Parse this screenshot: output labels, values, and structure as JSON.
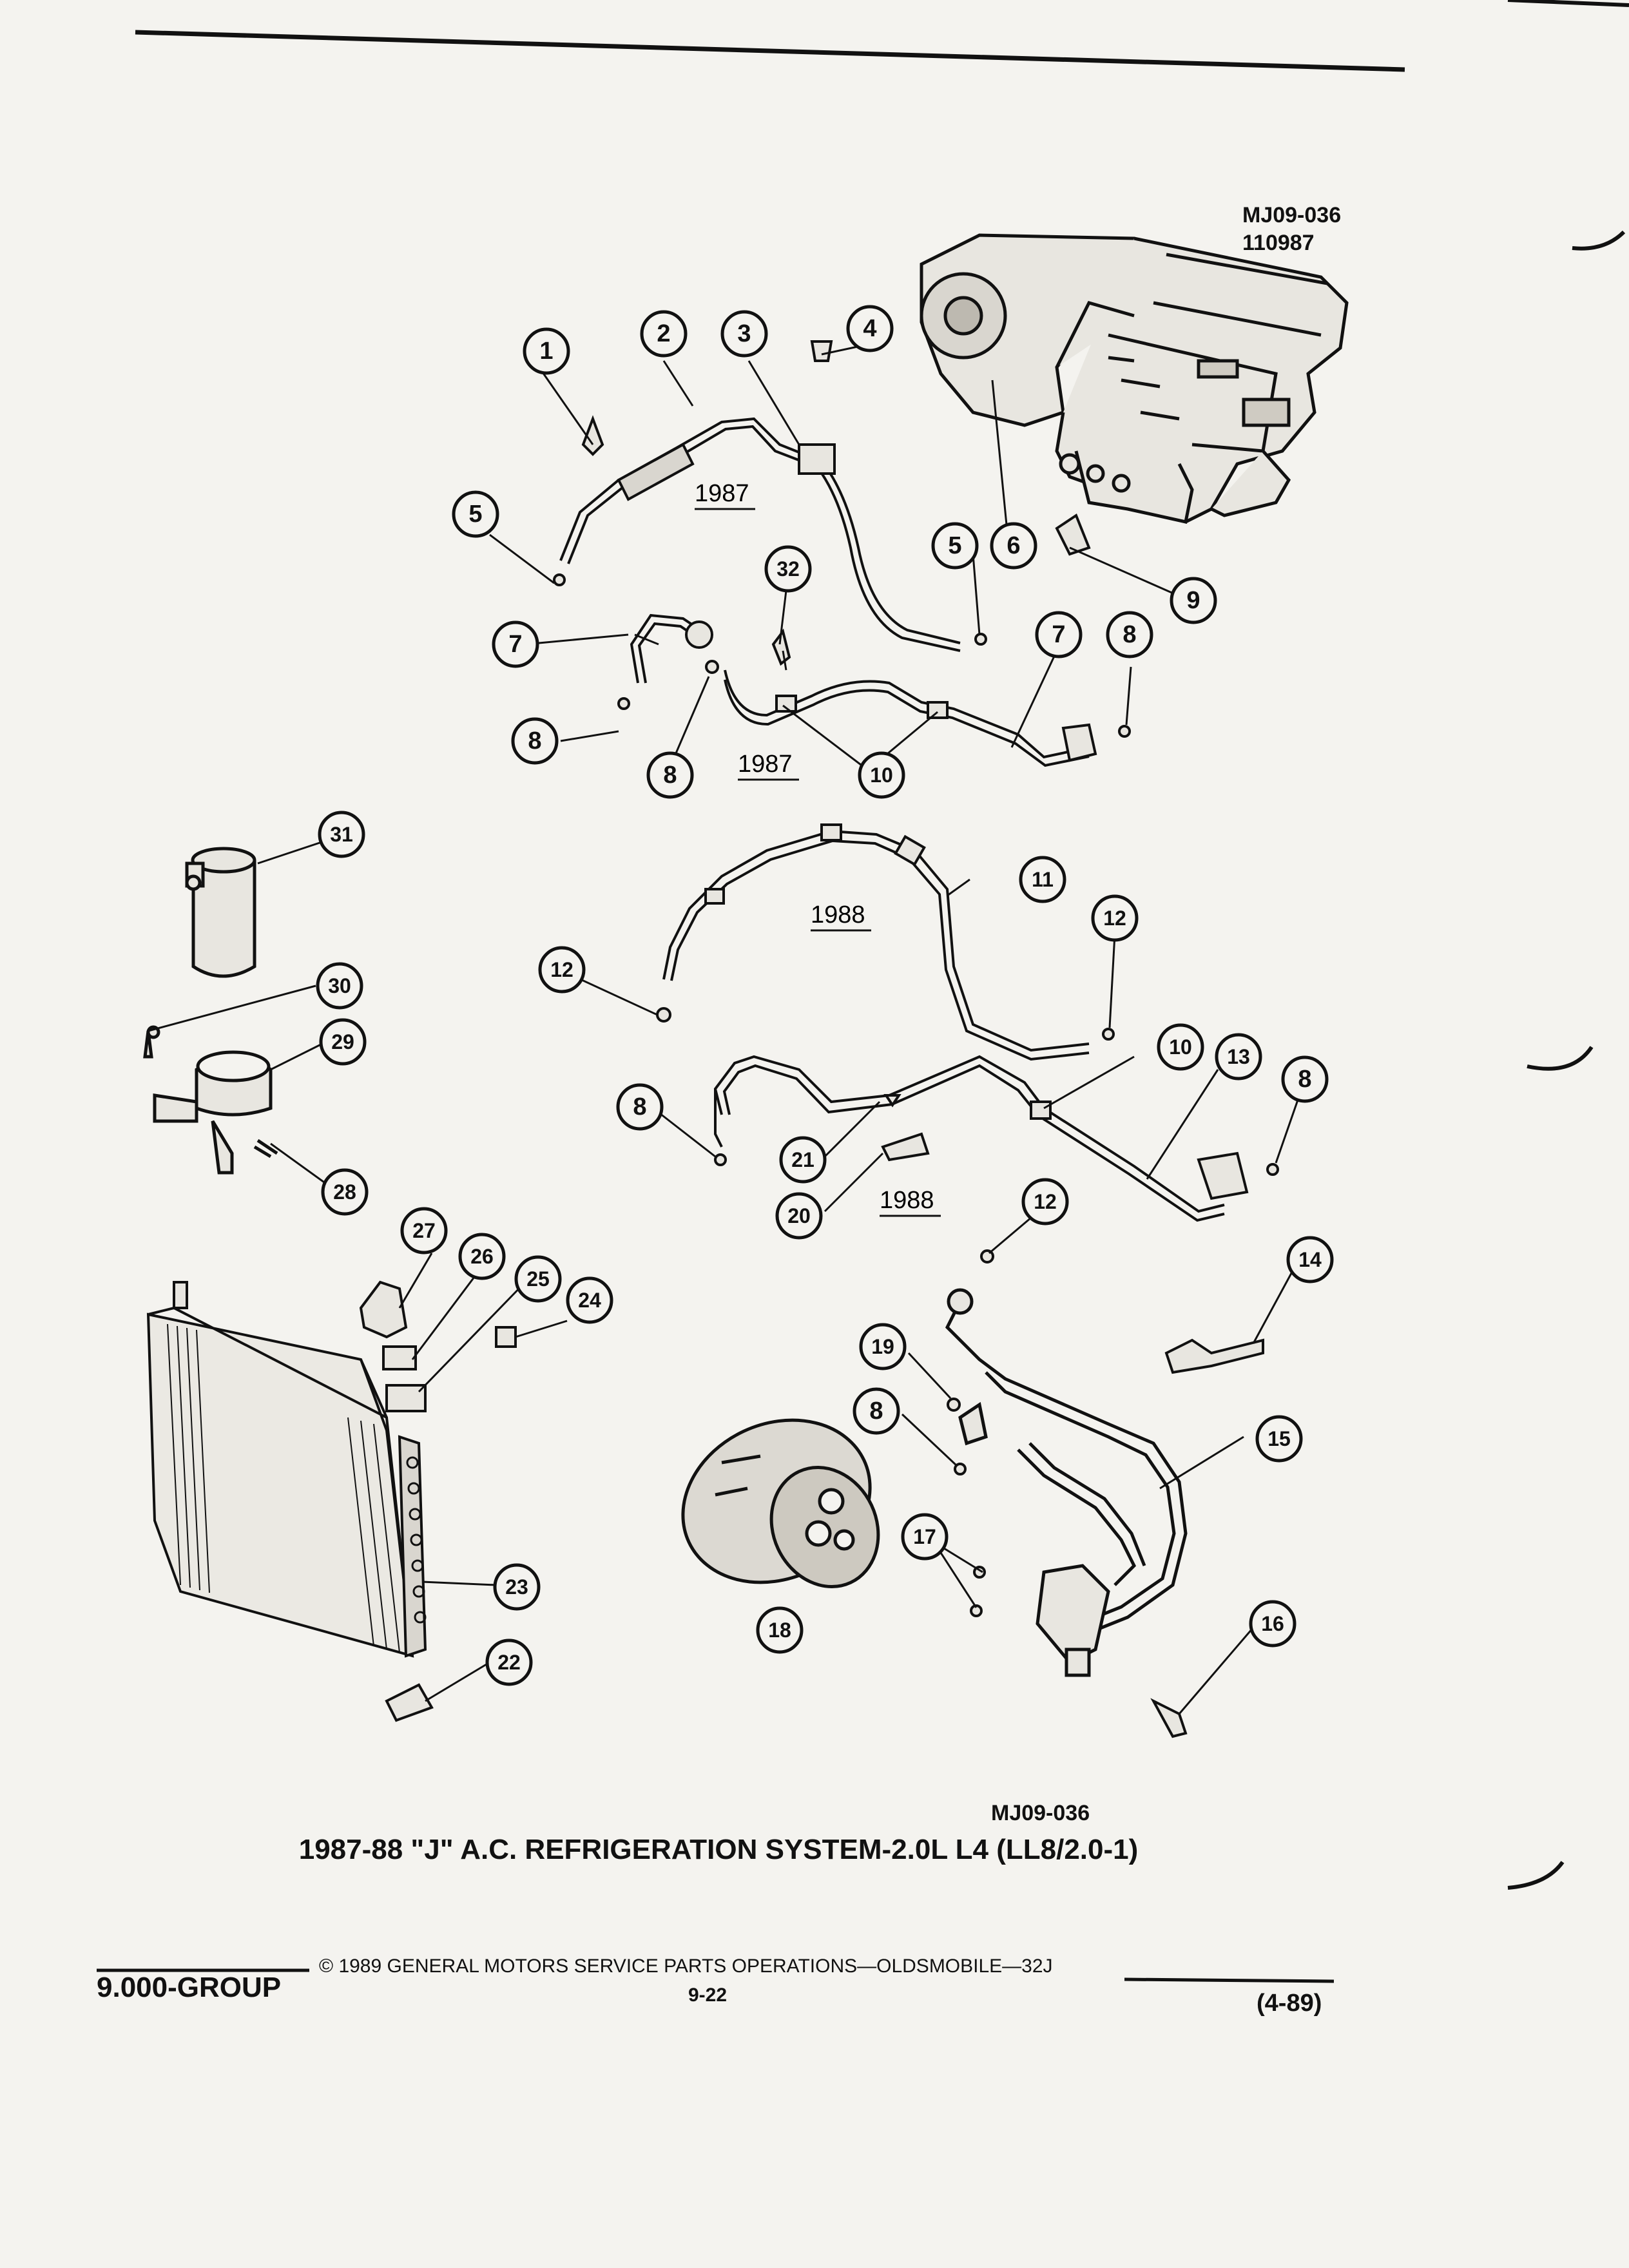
{
  "drawing": {
    "code_top": "MJ09-036",
    "code_date": "110987",
    "code_bottom": "MJ09-036",
    "caption": "1987-88 \"J\" A.C. REFRIGERATION SYSTEM-2.0L L4 (LL8/2.0-1)",
    "year_labels": [
      "1987",
      "1987",
      "1988",
      "1988"
    ]
  },
  "callouts": [
    "1",
    "2",
    "3",
    "4",
    "5",
    "5",
    "6",
    "7",
    "7",
    "8",
    "8",
    "8",
    "9",
    "10",
    "10",
    "11",
    "12",
    "12",
    "12",
    "13",
    "8",
    "14",
    "15",
    "16",
    "17",
    "18",
    "19",
    "8",
    "20",
    "21",
    "22",
    "23",
    "24",
    "25",
    "26",
    "27",
    "28",
    "29",
    "30",
    "31",
    "32",
    "8"
  ],
  "footer": {
    "group": "9.000-GROUP",
    "copyright": "© 1989 GENERAL MOTORS SERVICE PARTS OPERATIONS—OLDSMOBILE—32J",
    "page": "9-22",
    "date": "(4-89)"
  }
}
